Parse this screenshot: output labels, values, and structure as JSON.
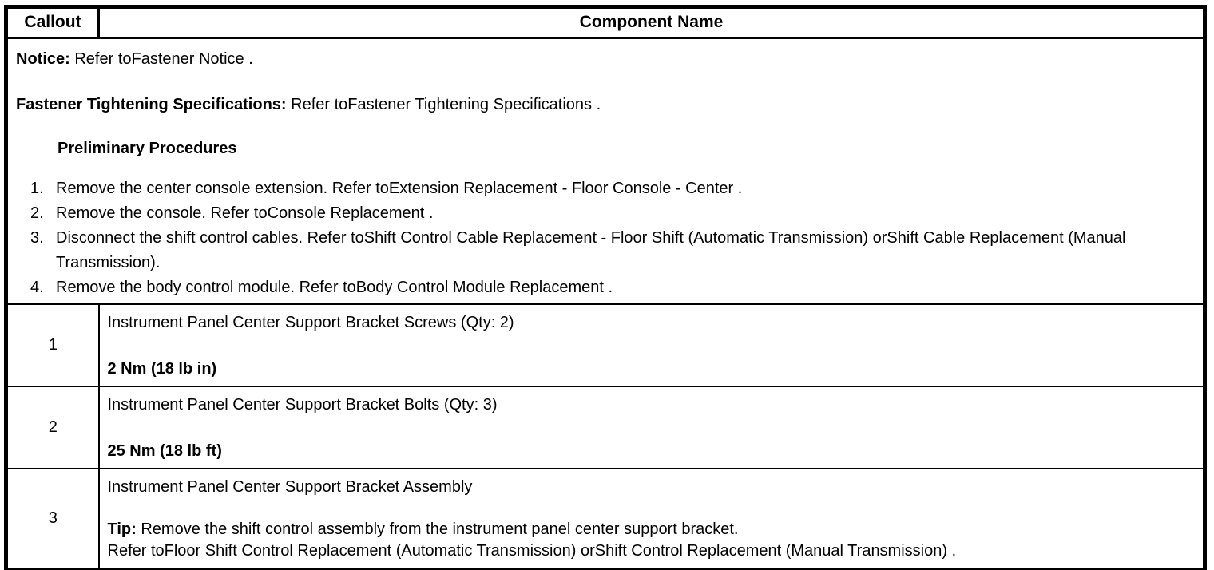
{
  "table": {
    "header": {
      "callout": "Callout",
      "component_name": "Component Name"
    },
    "notice_section": {
      "notice_label": "Notice:",
      "notice_text": " Refer toFastener Notice .",
      "fastener_label": "Fastener Tightening Specifications:",
      "fastener_text": " Refer toFastener Tightening Specifications .",
      "preliminary_title": "Preliminary Procedures",
      "steps": [
        {
          "num": "1.",
          "text": "Remove the center console extension. Refer toExtension Replacement - Floor Console - Center ."
        },
        {
          "num": "2.",
          "text": "Remove the console. Refer toConsole Replacement ."
        },
        {
          "num": "3.",
          "text": "Disconnect the shift control cables. Refer toShift Control Cable Replacement - Floor Shift (Automatic Transmission) orShift Cable Replacement (Manual Transmission)."
        },
        {
          "num": "4.",
          "text": "Remove the body control module. Refer toBody Control Module Replacement ."
        }
      ]
    },
    "rows": [
      {
        "callout": "1",
        "name": "Instrument Panel Center Support Bracket Screws (Qty: 2)",
        "torque": "2 Nm (18 lb in)"
      },
      {
        "callout": "2",
        "name": "Instrument Panel Center Support Bracket Bolts (Qty: 3)",
        "torque": "25 Nm (18 lb ft)"
      },
      {
        "callout": "3",
        "name": "Instrument Panel Center Support Bracket Assembly",
        "tip_label": "Tip:",
        "tip_text": " Remove the shift control assembly from the instrument panel center support bracket.",
        "refer_text": "Refer toFloor Shift Control Replacement (Automatic Transmission) orShift Control Replacement (Manual Transmission) ."
      }
    ],
    "colors": {
      "border": "#000000",
      "text": "#000000",
      "background": "#ffffff"
    }
  }
}
